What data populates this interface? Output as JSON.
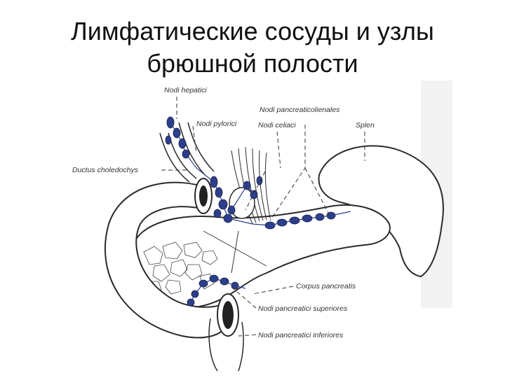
{
  "title": {
    "line1": "Лимфатические сосуды и узлы",
    "line2": "брюшной полости"
  },
  "labels": {
    "nodi_hepatici": "Nodi hepatici",
    "nodi_pylorici": "Nodi pylorici",
    "nodi_pancreaticolienales": "Nodi pancreaticolienales",
    "nodi_coeliaci": "Nodi celiaci",
    "splen": "Splen",
    "ductus_choledochus": "Ductus choledochys",
    "corpus_pancreatis": "Corpus pancreatis",
    "nodi_pancreatici_superiores": "Nodi pancreatici superiores",
    "nodi_pancreatici_inferiores": "Nodi pancreatici inferiores"
  },
  "colors": {
    "lymph_node": "#2c3f8c",
    "outline": "#2a2a2a"
  }
}
